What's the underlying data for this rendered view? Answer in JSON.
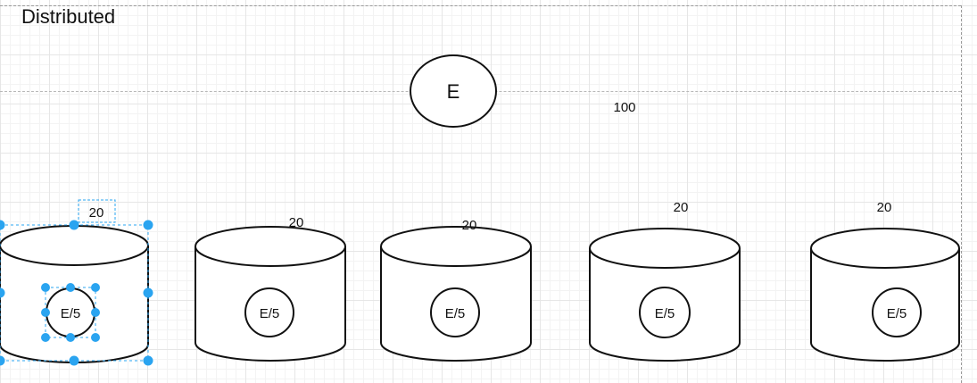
{
  "title": "Distributed",
  "source": {
    "label": "E",
    "count": "100"
  },
  "shards": [
    {
      "count": "20",
      "label": "E/5",
      "selected": true
    },
    {
      "count": "20",
      "label": "E/5",
      "selected": false
    },
    {
      "count": "20",
      "label": "E/5",
      "selected": false
    },
    {
      "count": "20",
      "label": "E/5",
      "selected": false
    },
    {
      "count": "20",
      "label": "E/5",
      "selected": false
    }
  ],
  "colors": {
    "stroke": "#111111",
    "selection": "#2aa4f0",
    "grid": "#e6e6e6"
  }
}
